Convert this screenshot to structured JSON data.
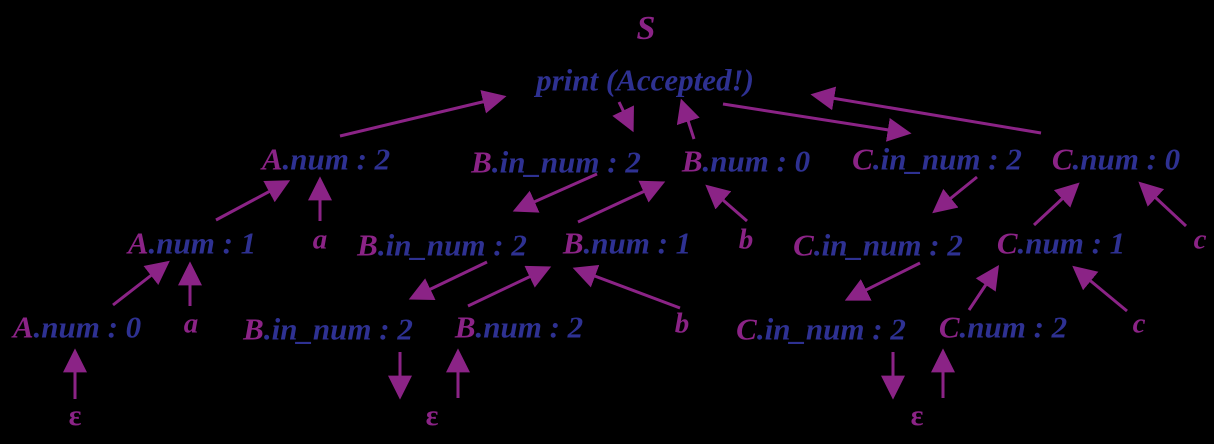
{
  "title": "Annotated parse tree with attribute dependency arrows",
  "colors": {
    "background": "#000000",
    "purple": "#8B2386",
    "blue": "#2E3192"
  },
  "nodes": {
    "s": {
      "label": "S"
    },
    "print_action": {
      "label": "print (Accepted!)"
    },
    "a_num_l1": {
      "prefix": "A",
      "rest": ".num : 2"
    },
    "b_in_num_l1": {
      "prefix": "B",
      "rest": ".in_num : 2"
    },
    "b_num_l1": {
      "prefix": "B",
      "rest": ".num : 0"
    },
    "c_in_num_l1": {
      "prefix": "C",
      "rest": ".in_num : 2"
    },
    "c_num_l1": {
      "prefix": "C",
      "rest": ".num : 0"
    },
    "a_num_l2": {
      "prefix": "A",
      "rest": ".num : 1"
    },
    "term_a_l2": {
      "label": "a"
    },
    "b_in_num_l2": {
      "prefix": "B",
      "rest": ".in_num : 2"
    },
    "b_num_l2": {
      "prefix": "B",
      "rest": ".num : 1"
    },
    "term_b_l2": {
      "label": "b"
    },
    "c_in_num_l2": {
      "prefix": "C",
      "rest": ".in_num : 2"
    },
    "c_num_l2": {
      "prefix": "C",
      "rest": ".num : 1"
    },
    "term_c_l2": {
      "label": "c"
    },
    "a_num_l3": {
      "prefix": "A",
      "rest": ".num : 0"
    },
    "term_a_l3": {
      "label": "a"
    },
    "b_in_num_l3": {
      "prefix": "B",
      "rest": ".in_num : 2"
    },
    "b_num_l3": {
      "prefix": "B",
      "rest": ".num : 2"
    },
    "term_b_l3": {
      "label": "b"
    },
    "c_in_num_l3": {
      "prefix": "C",
      "rest": ".in_num : 2"
    },
    "c_num_l3": {
      "prefix": "C",
      "rest": ".num : 2"
    },
    "term_c_l3": {
      "label": "c"
    },
    "epsilon_a": {
      "label": "ε"
    },
    "epsilon_b": {
      "label": "ε"
    },
    "epsilon_c": {
      "label": "ε"
    }
  },
  "edges": [
    {
      "from": "a_num_l1",
      "to": "print_action"
    },
    {
      "from": "print_action",
      "to": "b_in_num_l1"
    },
    {
      "from": "b_num_l1",
      "to": "print_action"
    },
    {
      "from": "print_action",
      "to": "c_in_num_l1"
    },
    {
      "from": "c_num_l1",
      "to": "print_action"
    },
    {
      "from": "a_num_l2",
      "to": "a_num_l1"
    },
    {
      "from": "term_a_l2",
      "to": "a_num_l1"
    },
    {
      "from": "a_num_l3",
      "to": "a_num_l2"
    },
    {
      "from": "term_a_l3",
      "to": "a_num_l2"
    },
    {
      "from": "epsilon_a",
      "to": "a_num_l3"
    },
    {
      "from": "b_in_num_l1",
      "to": "b_in_num_l2"
    },
    {
      "from": "b_num_l2",
      "to": "b_num_l1"
    },
    {
      "from": "term_b_l2",
      "to": "b_num_l1"
    },
    {
      "from": "b_in_num_l2",
      "to": "b_in_num_l3"
    },
    {
      "from": "b_num_l3",
      "to": "b_num_l2"
    },
    {
      "from": "term_b_l3",
      "to": "b_num_l2"
    },
    {
      "from": "b_in_num_l3",
      "to": "epsilon_b"
    },
    {
      "from": "epsilon_b",
      "to": "b_num_l3"
    },
    {
      "from": "c_in_num_l1",
      "to": "c_in_num_l2"
    },
    {
      "from": "c_num_l2",
      "to": "c_num_l1"
    },
    {
      "from": "term_c_l2",
      "to": "c_num_l1"
    },
    {
      "from": "c_in_num_l2",
      "to": "c_in_num_l3"
    },
    {
      "from": "c_num_l3",
      "to": "c_num_l2"
    },
    {
      "from": "term_c_l3",
      "to": "c_num_l2"
    },
    {
      "from": "c_in_num_l3",
      "to": "epsilon_c"
    },
    {
      "from": "epsilon_c",
      "to": "c_num_l3"
    }
  ]
}
